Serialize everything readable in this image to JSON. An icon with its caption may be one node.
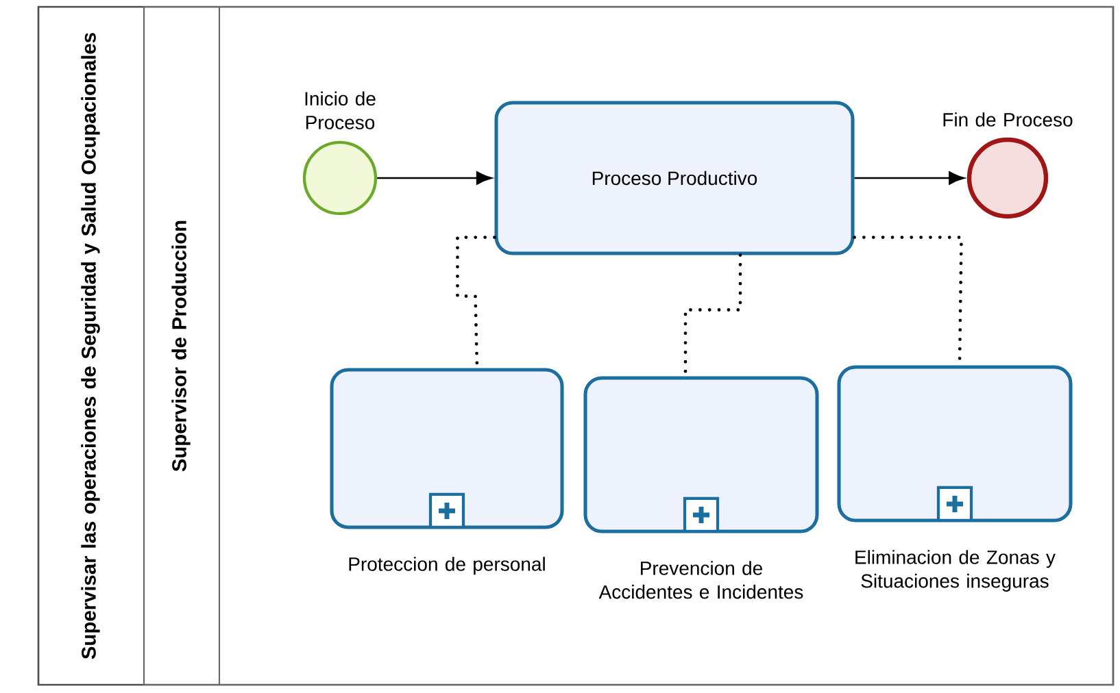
{
  "diagram": {
    "nodes": [
      {
        "text": [
          "Supervisar las operaciones de Seguridad y Salud Ocupacionales"
        ]
      },
      {
        "text": [
          "Supervisor de Produccion"
        ],
        "in": 0
      },
      {
        "text": [
          "Inicio de Proceso"
        ],
        "in": 1
      },
      {
        "text": [
          "Proceso Productivo"
        ],
        "in": 1
      },
      {
        "text": [
          "Fin de Proceso"
        ],
        "in": 1
      },
      {
        "text": [
          "Proteccion de personal"
        ],
        "in": 1
      },
      {
        "text": [
          "Prevencion de Accidentes e Incidentes"
        ],
        "in": 1
      },
      {
        "text": [
          "Eliminacion de Zonas y Situaciones inseguras"
        ],
        "in": 1
      }
    ],
    "edges": [
      {
        "from": 2,
        "to": 3,
        "arrow": "to"
      },
      {
        "from": 3,
        "to": 4,
        "arrow": "to"
      },
      {
        "from": 3,
        "to": 5,
        "arrow": "none",
        "style": "dashed"
      },
      {
        "from": 3,
        "to": 6,
        "arrow": "none",
        "style": "dashed"
      },
      {
        "from": 3,
        "to": 7,
        "arrow": "none",
        "style": "dashed"
      }
    ]
  }
}
